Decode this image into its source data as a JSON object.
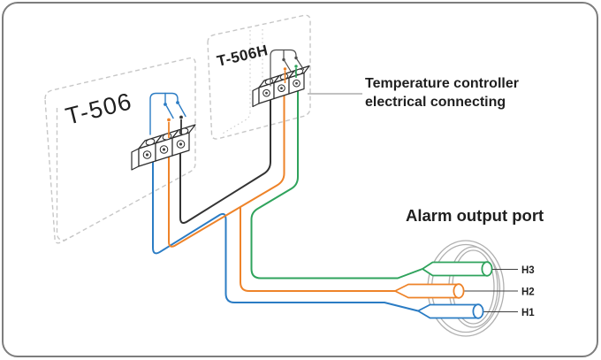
{
  "diagram": {
    "panels": {
      "left": {
        "label": "T-506"
      },
      "right": {
        "label": "T-506H"
      }
    },
    "annotation": {
      "line1": "Temperature controller",
      "line2": "electrical connecting"
    },
    "alarm_port": {
      "title": "Alarm output port",
      "pins": [
        {
          "label": "H3",
          "color": "#2fa35c"
        },
        {
          "label": "H2",
          "color": "#ee8329"
        },
        {
          "label": "H1",
          "color": "#2b7cc4"
        }
      ]
    },
    "wires": [
      {
        "name": "blue-common-wire",
        "color": "#2b7cc4"
      },
      {
        "name": "orange-alarm-wire",
        "color": "#ee8329"
      },
      {
        "name": "green-alarm-wire",
        "color": "#2fa35c"
      },
      {
        "name": "black-link-wire",
        "color": "#333333"
      }
    ],
    "colors": {
      "wire_blue": "#2b7cc4",
      "wire_orange": "#ee8329",
      "wire_green": "#2fa35c",
      "wire_black": "#333333",
      "switch_gray": "#4d4d4d",
      "panel_dash": "#c7c7c7",
      "hint_dot": "#cfcfcf",
      "ring_gray": "#b0b0b0",
      "leader_gray": "#9c9c9c",
      "pin_leader": "#3f3f3f",
      "label_dark": "#1f1f1f",
      "frame_border": "#7d7d7d"
    }
  }
}
